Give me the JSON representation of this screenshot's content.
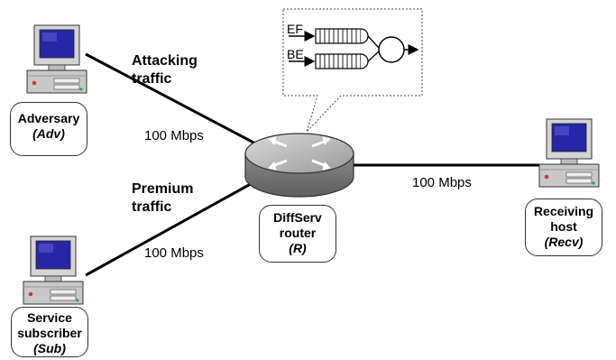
{
  "diagram": {
    "links": {
      "attacking": {
        "line1": "Attacking",
        "line2": "traffic",
        "rate": "100 Mbps"
      },
      "premium": {
        "line1": "Premium",
        "line2": "traffic",
        "rate": "100 Mbps"
      },
      "outbound": {
        "rate": "100 Mbps"
      }
    },
    "nodes": {
      "adversary": {
        "line1": "Adversary",
        "line2": "(Adv)"
      },
      "subscriber": {
        "line1": "Service",
        "line2": "subscriber",
        "line3": "(Sub)"
      },
      "router": {
        "line1": "DiffServ",
        "line2": "router",
        "line3": "(R)"
      },
      "receiver": {
        "line1": "Receiving",
        "line2": "host",
        "line3": "(Recv)"
      }
    },
    "queues": {
      "ef": "EF",
      "be": "BE"
    },
    "colors": {
      "screen": "#2626a6",
      "case": "#c8c8c8",
      "router_top": "#b3b3b3",
      "led": "#e03030"
    }
  }
}
